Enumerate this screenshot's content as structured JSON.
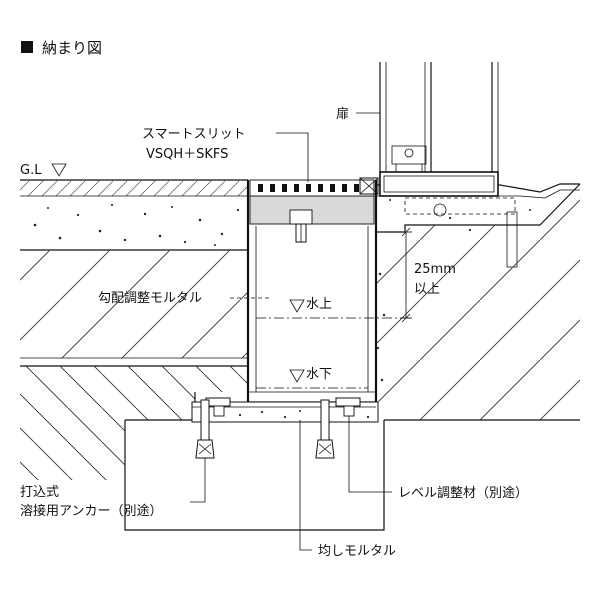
{
  "title": "納まり図",
  "labels": {
    "door": "扉",
    "slit_line1": "スマートスリット",
    "slit_line2": "VSQH＋SKFS",
    "gl": "G.L",
    "slope_mortar": "勾配調整モルタル",
    "water_top": "水上",
    "water_bottom": "水下",
    "dim_value": "25mm",
    "dim_or_more": "以上",
    "anchor_line1": "打込式",
    "anchor_line2": "溶接用アンカー（別途）",
    "level_material": "レベル調整材（別途）",
    "leveling_mortar": "均しモルタル"
  },
  "colors": {
    "line": "#111111",
    "grate_fill": "#d9d9d9",
    "concrete_dot": "#222222"
  }
}
